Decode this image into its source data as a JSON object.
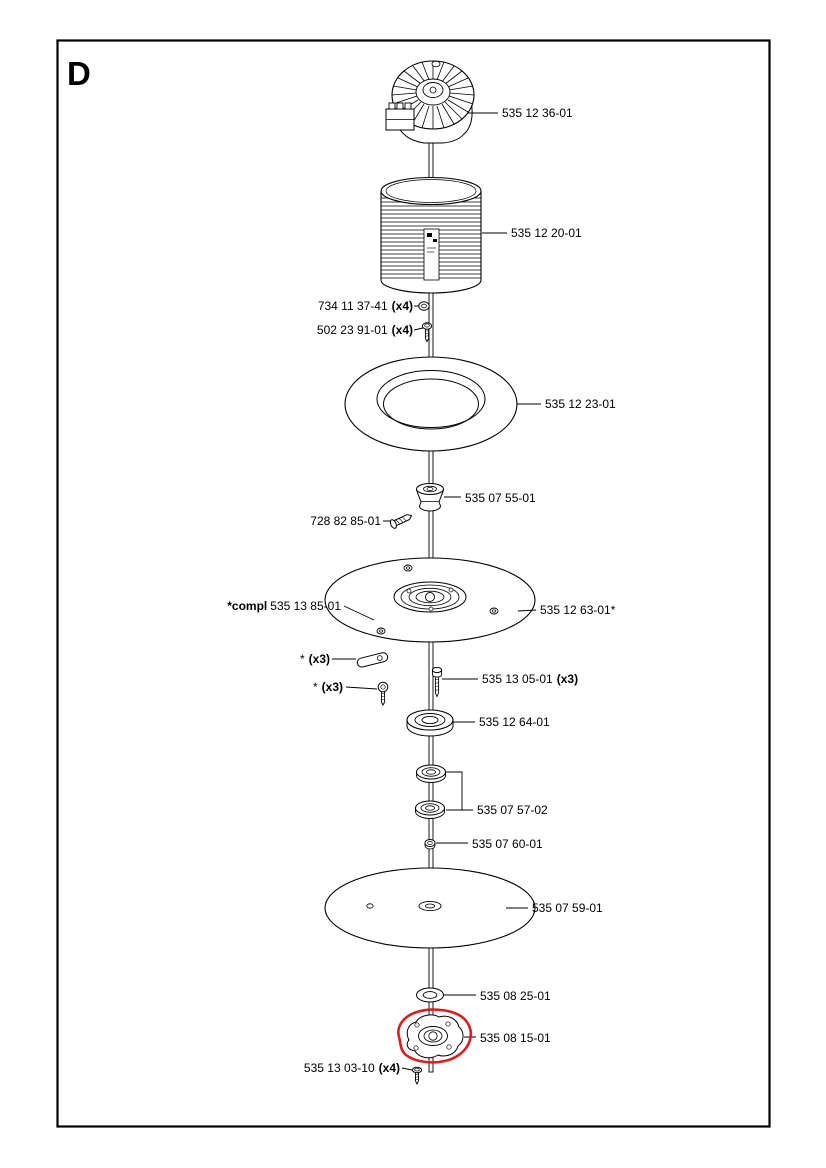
{
  "page": {
    "section_letter": "D"
  },
  "colors": {
    "highlight_red": "#d61f1f",
    "line_black": "#000000"
  },
  "labels": {
    "motor": {
      "part_no": "535 12 36-01"
    },
    "stator": {
      "part_no": "535 12 20-01"
    },
    "washer_top": {
      "part_no": "734 11 37-41",
      "qty": "(x4)"
    },
    "screw_top": {
      "part_no": "502 23 91-01",
      "qty": "(x4)"
    },
    "ring": {
      "part_no": "535 12 23-01"
    },
    "hub": {
      "part_no": "535 07 55-01"
    },
    "screw_left": {
      "part_no": "728 82 85-01"
    },
    "compl": {
      "prefix": "*compl",
      "part_no": "535 13 85-01"
    },
    "disc_upper": {
      "part_no": "535 12 63-01*"
    },
    "star_a": {
      "prefix": "*",
      "qty": "(x3)"
    },
    "star_b": {
      "prefix": "*",
      "qty": "(x3)"
    },
    "screw_x3": {
      "part_no": "535 13 05-01",
      "qty": "(x3)"
    },
    "bearing_top": {
      "part_no": "535 12 64-01"
    },
    "bearing_pair": {
      "part_no": "535 07 57-02"
    },
    "nut": {
      "part_no": "535 07 60-01"
    },
    "disc_lower": {
      "part_no": "535 07 59-01"
    },
    "washer_bot": {
      "part_no": "535 08 25-01"
    },
    "flange": {
      "part_no": "535 08 15-01"
    },
    "screw_bot": {
      "part_no": "535 13 03-10",
      "qty": "(x4)"
    }
  }
}
